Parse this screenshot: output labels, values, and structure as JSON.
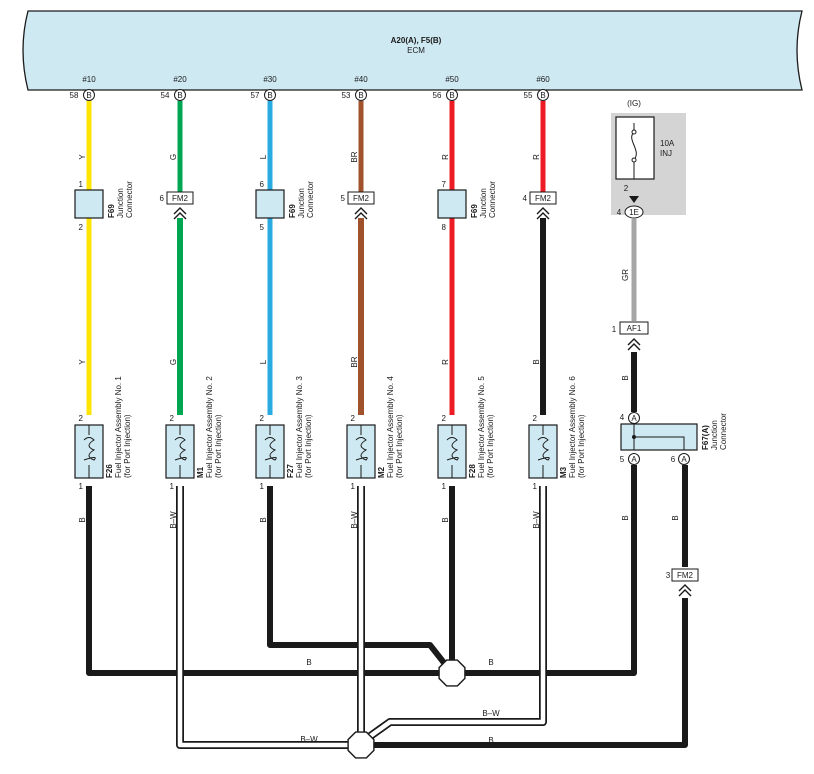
{
  "ecm": {
    "code": "A20(A), F5(B)",
    "label": "ECM",
    "fill": "#cfe9f3",
    "terminals": [
      {
        "id": "#10",
        "pin": "58",
        "side": "B"
      },
      {
        "id": "#20",
        "pin": "54",
        "side": "B"
      },
      {
        "id": "#30",
        "pin": "57",
        "side": "B"
      },
      {
        "id": "#40",
        "pin": "53",
        "side": "B"
      },
      {
        "id": "#50",
        "pin": "56",
        "side": "B"
      },
      {
        "id": "#60",
        "pin": "55",
        "side": "B"
      }
    ]
  },
  "wire_colors": {
    "Y": "#ffe400",
    "G": "#00a651",
    "L": "#29abe2",
    "BR": "#a0522d",
    "R": "#ed1c24",
    "B": "#1a1a1a",
    "GR": "#a6a6a6",
    "B-W": "#1a1a1a"
  },
  "injectors": [
    {
      "code": "F26",
      "name": "Fuel Injector Assembly No. 1",
      "sub": "(for Port Injection)",
      "pin_top": "2",
      "pin_bottom": "1",
      "wire_top": "Y",
      "wire_bottom": "B",
      "junction": {
        "type": "connector",
        "code": "F69",
        "name": "Junction",
        "name2": "Connector",
        "pin_in": "1",
        "pin_out": "2"
      }
    },
    {
      "code": "M1",
      "name": "Fuel Injector Assembly No. 2",
      "sub": "(for Port Injection)",
      "pin_top": "2",
      "pin_bottom": "1",
      "wire_top": "G",
      "wire_bottom": "B–W",
      "junction": {
        "type": "plug",
        "code": "FM2",
        "pin": "6"
      }
    },
    {
      "code": "F27",
      "name": "Fuel Injector Assembly No. 3",
      "sub": "(for Port Injection)",
      "pin_top": "2",
      "pin_bottom": "1",
      "wire_top": "L",
      "wire_bottom": "B",
      "junction": {
        "type": "connector",
        "code": "F69",
        "name": "Junction",
        "name2": "Connector",
        "pin_in": "6",
        "pin_out": "5"
      }
    },
    {
      "code": "M2",
      "name": "Fuel Injector Assembly No. 4",
      "sub": "(for Port Injection)",
      "pin_top": "2",
      "pin_bottom": "1",
      "wire_top": "BR",
      "wire_bottom": "B–W",
      "junction": {
        "type": "plug",
        "code": "FM2",
        "pin": "5"
      }
    },
    {
      "code": "F28",
      "name": "Fuel Injector Assembly No. 5",
      "sub": "(for Port Injection)",
      "pin_top": "2",
      "pin_bottom": "1",
      "wire_top": "R",
      "wire_bottom": "B",
      "junction": {
        "type": "connector",
        "code": "F69",
        "name": "Junction",
        "name2": "Connector",
        "pin_in": "7",
        "pin_out": "8"
      }
    },
    {
      "code": "M3",
      "name": "Fuel Injector Assembly No. 6",
      "sub": "(for Port Injection)",
      "pin_top": "2",
      "pin_bottom": "1",
      "wire_top": "R",
      "wire_bottom": "B–W",
      "lower_wire_top": "B",
      "junction": {
        "type": "plug",
        "code": "FM2",
        "pin": "4"
      }
    }
  ],
  "ig_source": {
    "label": "(IG)",
    "fuse_amps": "10A",
    "fuse_name": "INJ",
    "pin_out": "2",
    "plug_pin": "4",
    "plug_code": "1E",
    "wire": "GR",
    "area_fill": "#d4d4d4"
  },
  "af1": {
    "pin": "1",
    "code": "AF1",
    "wire": "B"
  },
  "f67": {
    "code": "F67(A)",
    "name": "Junction",
    "name2": "Connector",
    "pin_in": "4",
    "pin_out1": "5",
    "pin_out2": "6",
    "side": "A",
    "wire_out1": "B",
    "wire_out2": "B"
  },
  "fm2_return": {
    "pin": "3",
    "code": "FM2"
  },
  "ground_labels": {
    "upper_left": "B",
    "upper_right": "B",
    "lower_left": "B–W",
    "lower_right_top": "B–W",
    "lower_right": "B"
  }
}
